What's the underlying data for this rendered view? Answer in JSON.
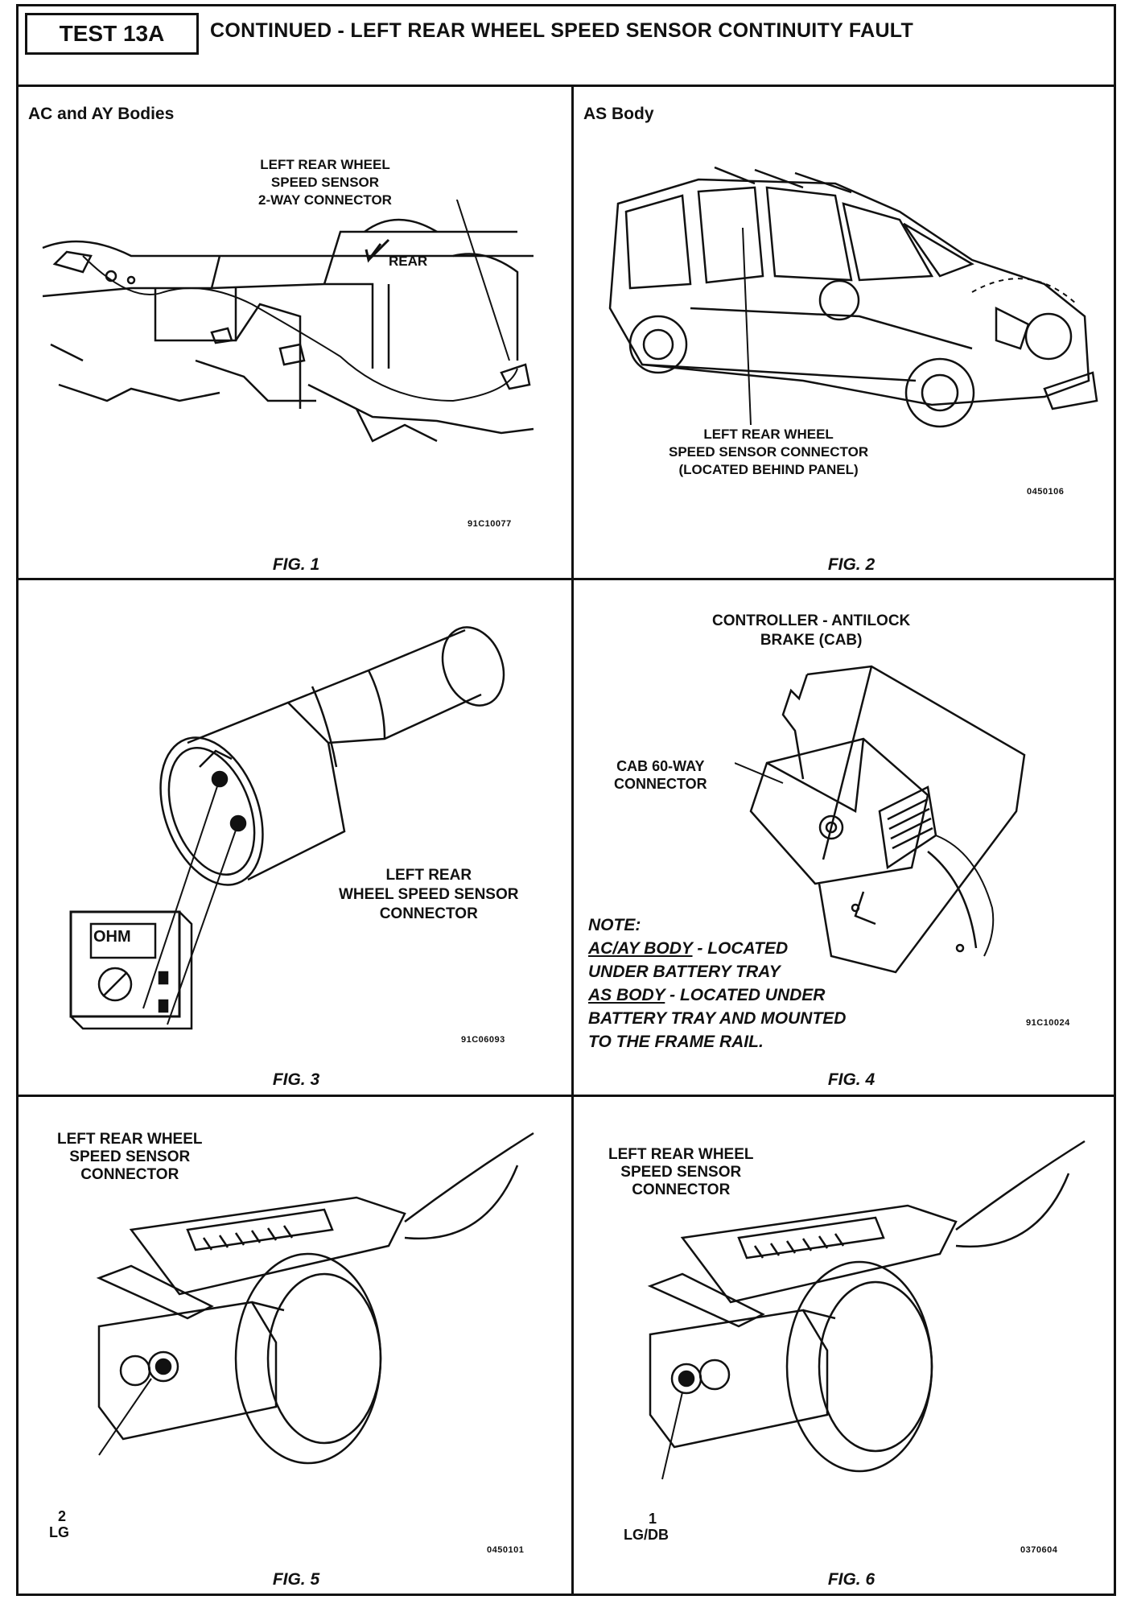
{
  "header": {
    "test_label": "TEST 13A",
    "title": "CONTINUED - LEFT REAR WHEEL SPEED SENSOR CONTINUITY FAULT"
  },
  "fig1": {
    "panel_title": "AC and AY Bodies",
    "callout_connector": "LEFT REAR WHEEL\nSPEED SENSOR\n2-WAY CONNECTOR",
    "callout_rear": "REAR",
    "code": "91C10077",
    "label": "FIG. 1"
  },
  "fig2": {
    "panel_title": "AS Body",
    "callout": "LEFT REAR WHEEL\nSPEED SENSOR CONNECTOR\n(LOCATED BEHIND PANEL)",
    "code": "0450106",
    "label": "FIG. 2"
  },
  "fig3": {
    "callout": "LEFT REAR\nWHEEL SPEED SENSOR\nCONNECTOR",
    "meter_display": "OHM",
    "code": "91C06093",
    "label": "FIG. 3"
  },
  "fig4": {
    "callout_controller": "CONTROLLER - ANTILOCK\nBRAKE (CAB)",
    "callout_connector": "CAB 60-WAY\nCONNECTOR",
    "note_heading": "NOTE:",
    "note_ac_ay": "AC/AY BODY",
    "note_ac_ay_rest": " - LOCATED",
    "note_line2": "UNDER BATTERY TRAY",
    "note_as": "AS BODY",
    "note_as_rest": " - LOCATED UNDER",
    "note_line4": "BATTERY TRAY AND MOUNTED",
    "note_line5": "TO THE FRAME RAIL.",
    "code": "91C10024",
    "label": "FIG. 4"
  },
  "fig5": {
    "callout": "LEFT REAR WHEEL\nSPEED SENSOR\nCONNECTOR",
    "pin_number": "2",
    "pin_color": "LG",
    "code": "0450101",
    "label": "FIG. 5"
  },
  "fig6": {
    "callout": "LEFT REAR WHEEL\nSPEED SENSOR\nCONNECTOR",
    "pin_number": "1",
    "pin_color": "LG/DB",
    "code": "0370604",
    "label": "FIG. 6"
  }
}
